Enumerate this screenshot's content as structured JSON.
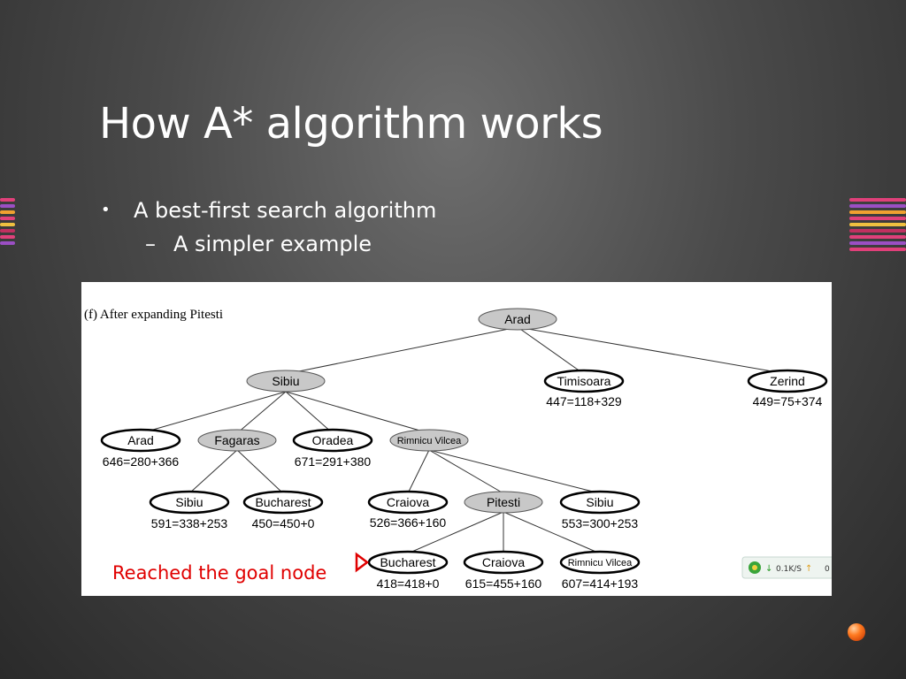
{
  "slide": {
    "title": "How A* algorithm works",
    "bullet": "A best-first search algorithm",
    "sub_bullet": "A simpler example",
    "bullet_mark": "•",
    "sub_mark": "–"
  },
  "diagram": {
    "caption": "(f) After expanding Pitesti",
    "goal_annotation": "Reached the goal node",
    "nodes": {
      "arad_root": "Arad",
      "sibiu": "Sibiu",
      "timisoara": "Timisoara",
      "zerind": "Zerind",
      "arad2": "Arad",
      "fagaras": "Fagaras",
      "oradea": "Oradea",
      "rimnicu": "Rimnicu Vilcea",
      "sibiu2": "Sibiu",
      "bucharest1": "Bucharest",
      "craiova1": "Craiova",
      "pitesti": "Pitesti",
      "sibiu3": "Sibiu",
      "bucharest2": "Bucharest",
      "craiova2": "Craiova",
      "rimnicu2": "Rimnicu Vilcea"
    },
    "costs": {
      "timisoara": "447=118+329",
      "zerind": "449=75+374",
      "arad2": "646=280+366",
      "oradea": "671=291+380",
      "sibiu2": "591=338+253",
      "bucharest1": "450=450+0",
      "craiova1": "526=366+160",
      "sibiu3": "553=300+253",
      "bucharest2": "418=418+0",
      "craiova2": "615=455+160",
      "rimnicu2": "607=414+193"
    },
    "tray": {
      "down_rate": "0.1K/S",
      "partial": "0"
    }
  },
  "colors": {
    "expanded_fill": "#c8c8c8",
    "goal_red": "#e00000"
  }
}
